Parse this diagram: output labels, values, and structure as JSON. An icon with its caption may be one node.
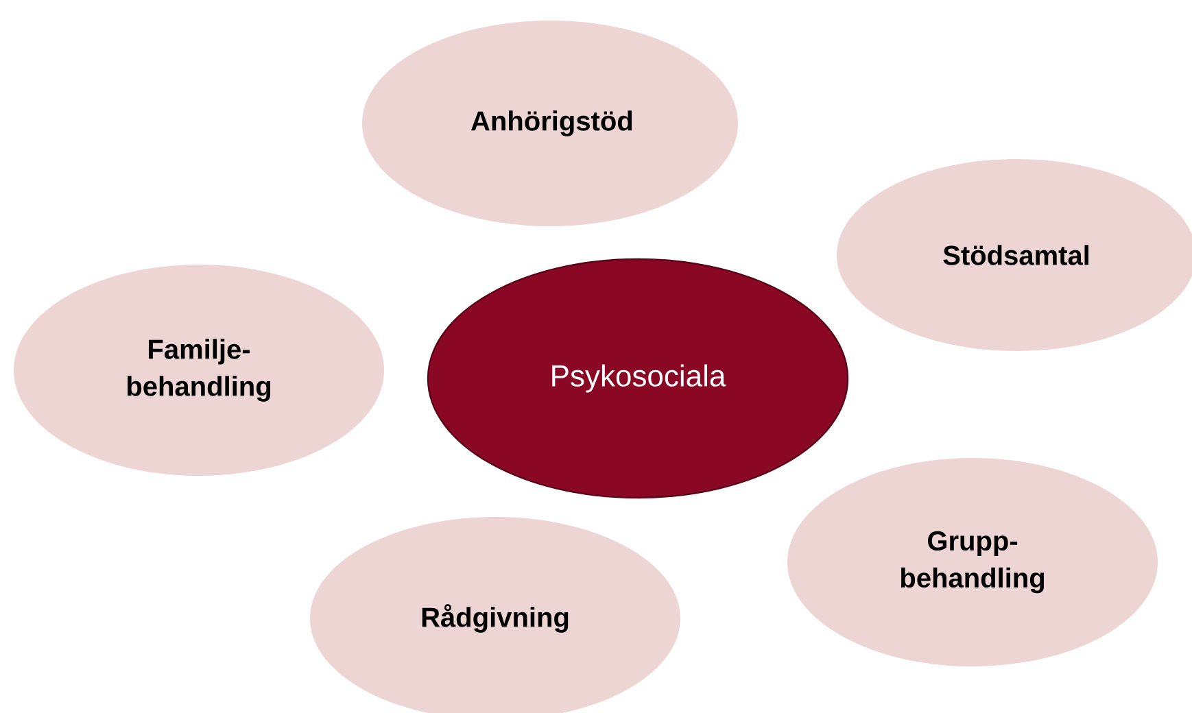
{
  "diagram": {
    "nodes": [
      {
        "text": [
          "Anhörigstöd"
        ]
      },
      {
        "text": [
          "Stödsamtal"
        ]
      },
      {
        "text": [
          "Familje- behandling"
        ]
      },
      {
        "text": [
          "Psykosociala"
        ]
      },
      {
        "text": [
          "Grupp- behandling"
        ]
      },
      {
        "text": [
          "Rådgivning"
        ]
      }
    ]
  }
}
